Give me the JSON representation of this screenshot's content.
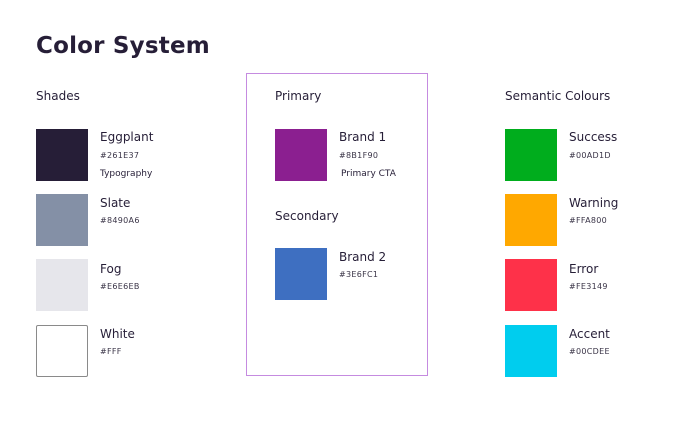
{
  "title": "Color System",
  "sections": {
    "shades": {
      "heading": "Shades",
      "items": [
        {
          "name": "Eggplant",
          "hex": "#261E37",
          "note": "Typography",
          "color": "#261E37"
        },
        {
          "name": "Slate",
          "hex": "#8490A6",
          "color": "#8490A6"
        },
        {
          "name": "Fog",
          "hex": "#E6E6EB",
          "color": "#E6E6EB"
        },
        {
          "name": "White",
          "hex": "#FFF",
          "color": "#FFFFFF"
        }
      ]
    },
    "primary": {
      "heading": "Primary",
      "items": [
        {
          "name": "Brand 1",
          "hex": "#8B1F90",
          "note": "Primary CTA",
          "color": "#8B1F90"
        }
      ]
    },
    "secondary": {
      "heading": "Secondary",
      "items": [
        {
          "name": "Brand 2",
          "hex": "#3E6FC1",
          "color": "#3E6FC1"
        }
      ]
    },
    "semantic": {
      "heading": "Semantic Colours",
      "items": [
        {
          "name": "Success",
          "hex": "#00AD1D",
          "color": "#00AD1D"
        },
        {
          "name": "Warning",
          "hex": "#FFA800",
          "color": "#FFA800"
        },
        {
          "name": "Error",
          "hex": "#FE3149",
          "color": "#FE3149"
        },
        {
          "name": "Accent",
          "hex": "#00CDEE",
          "color": "#00CDEE"
        }
      ]
    }
  },
  "highlight_color": "#C58BE0"
}
